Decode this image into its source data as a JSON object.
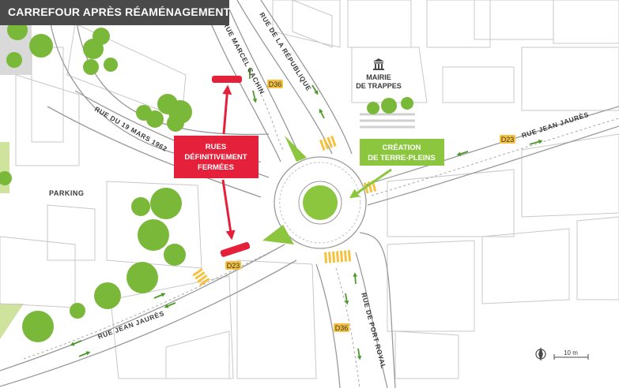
{
  "title": "CARREFOUR APRÈS RÉAMÉNAGEMENT",
  "streets": {
    "marcel_cachin": "RUE MARCEL CACHIN",
    "republique": "RUE DE LA RÉPUBLIQUE",
    "dix_neuf_mars": "RUE DU 19 MARS 1962",
    "jean_jaures_left": "RUE JEAN JAURÈS",
    "jean_jaures_right": "RUE JEAN JAURÈS",
    "port_royal": "RUE DE PORT ROYAL"
  },
  "road_badges": {
    "d36_top": "D36",
    "d36_bottom": "D36",
    "d23_left": "D23",
    "d23_right": "D23"
  },
  "places": {
    "mairie_line1": "MAIRIE",
    "mairie_line2": "DE TRAPPES",
    "parking": "PARKING"
  },
  "callouts": {
    "closed_line1": "RUES",
    "closed_line2": "DÉFINITIVEMENT",
    "closed_line3": "FERMÉES",
    "medians_line1": "CRÉATION",
    "medians_line2": "DE TERRE-PLEINS"
  },
  "scale": {
    "label": "10 m"
  },
  "icons": {
    "compass": "compass-icon",
    "townhall": "townhall-icon"
  },
  "colors": {
    "title_bg": "#4a4a4a",
    "closed_red": "#e5203a",
    "median_green": "#8cc63f",
    "tree_green": "#7ab83a",
    "badge_yellow": "#f6c23e",
    "arrow_green": "#4f9a2c"
  }
}
